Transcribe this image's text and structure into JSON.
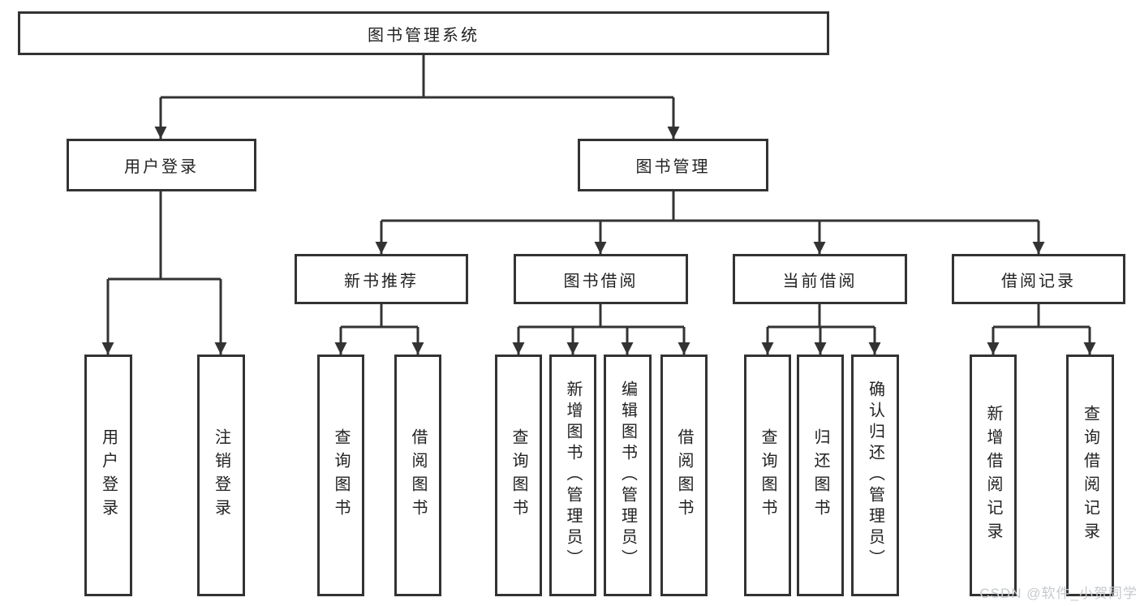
{
  "nodes": {
    "root": "图书管理系统",
    "level2": {
      "login": "用户登录",
      "management": "图书管理"
    },
    "level3": {
      "recommend": "新书推荐",
      "borrow": "图书借阅",
      "current": "当前借阅",
      "records": "借阅记录"
    },
    "leaves": {
      "login": [
        "用户登录",
        "注销登录"
      ],
      "recommend": [
        "查询图书",
        "借阅图书"
      ],
      "borrow": [
        "查询图书",
        "新增图书（管理员）",
        "编辑图书（管理员）",
        "借阅图书"
      ],
      "current": [
        "查询图书",
        "归还图书",
        "确认归还（管理员）"
      ],
      "records": [
        "新增借阅记录",
        "查询借阅记录"
      ]
    }
  },
  "watermark": "CSDN @软件_小贺同学",
  "colors": {
    "line": "#333333",
    "box_border": "#333333",
    "text": "#222222",
    "watermark_text": "#c6cacd"
  }
}
